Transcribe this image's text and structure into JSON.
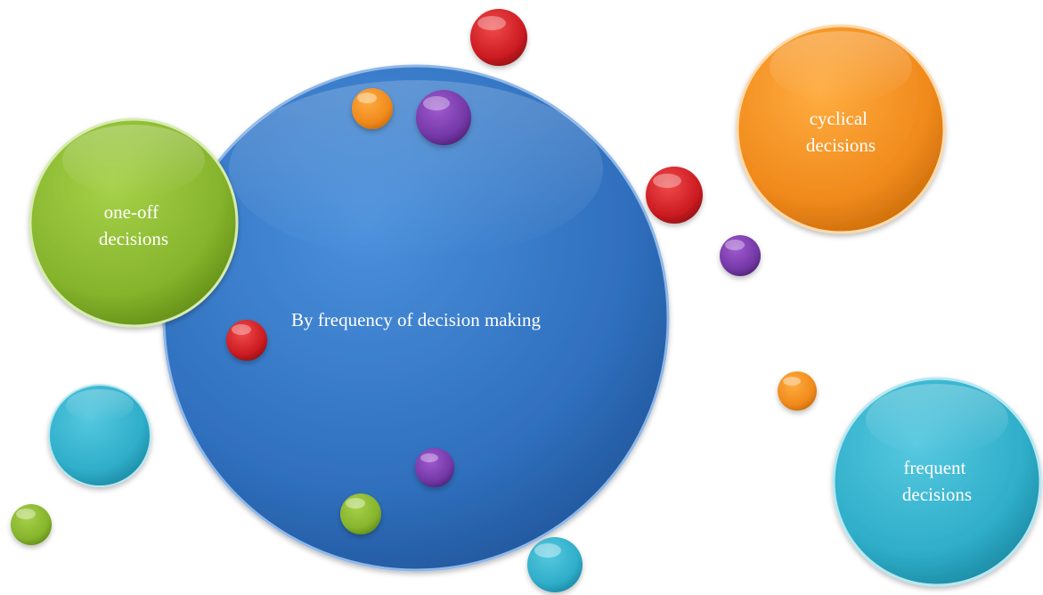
{
  "diagram": {
    "central_label": "By frequency of decision making",
    "categories": [
      {
        "id": "one-off",
        "lines": [
          "one-off",
          "decisions"
        ],
        "color": "#8cb83a"
      },
      {
        "id": "cyclical",
        "lines": [
          "cyclical",
          "decisions"
        ],
        "color": "#f08a1c"
      },
      {
        "id": "frequent",
        "lines": [
          "frequent",
          "decisions"
        ],
        "color": "#31afc9"
      }
    ],
    "colors": {
      "central": "#3a7cc8",
      "red": "#d11f26",
      "orange": "#f28a18",
      "purple": "#7a3aa8",
      "teal": "#2fb0cc",
      "green": "#8cbc2e"
    }
  }
}
